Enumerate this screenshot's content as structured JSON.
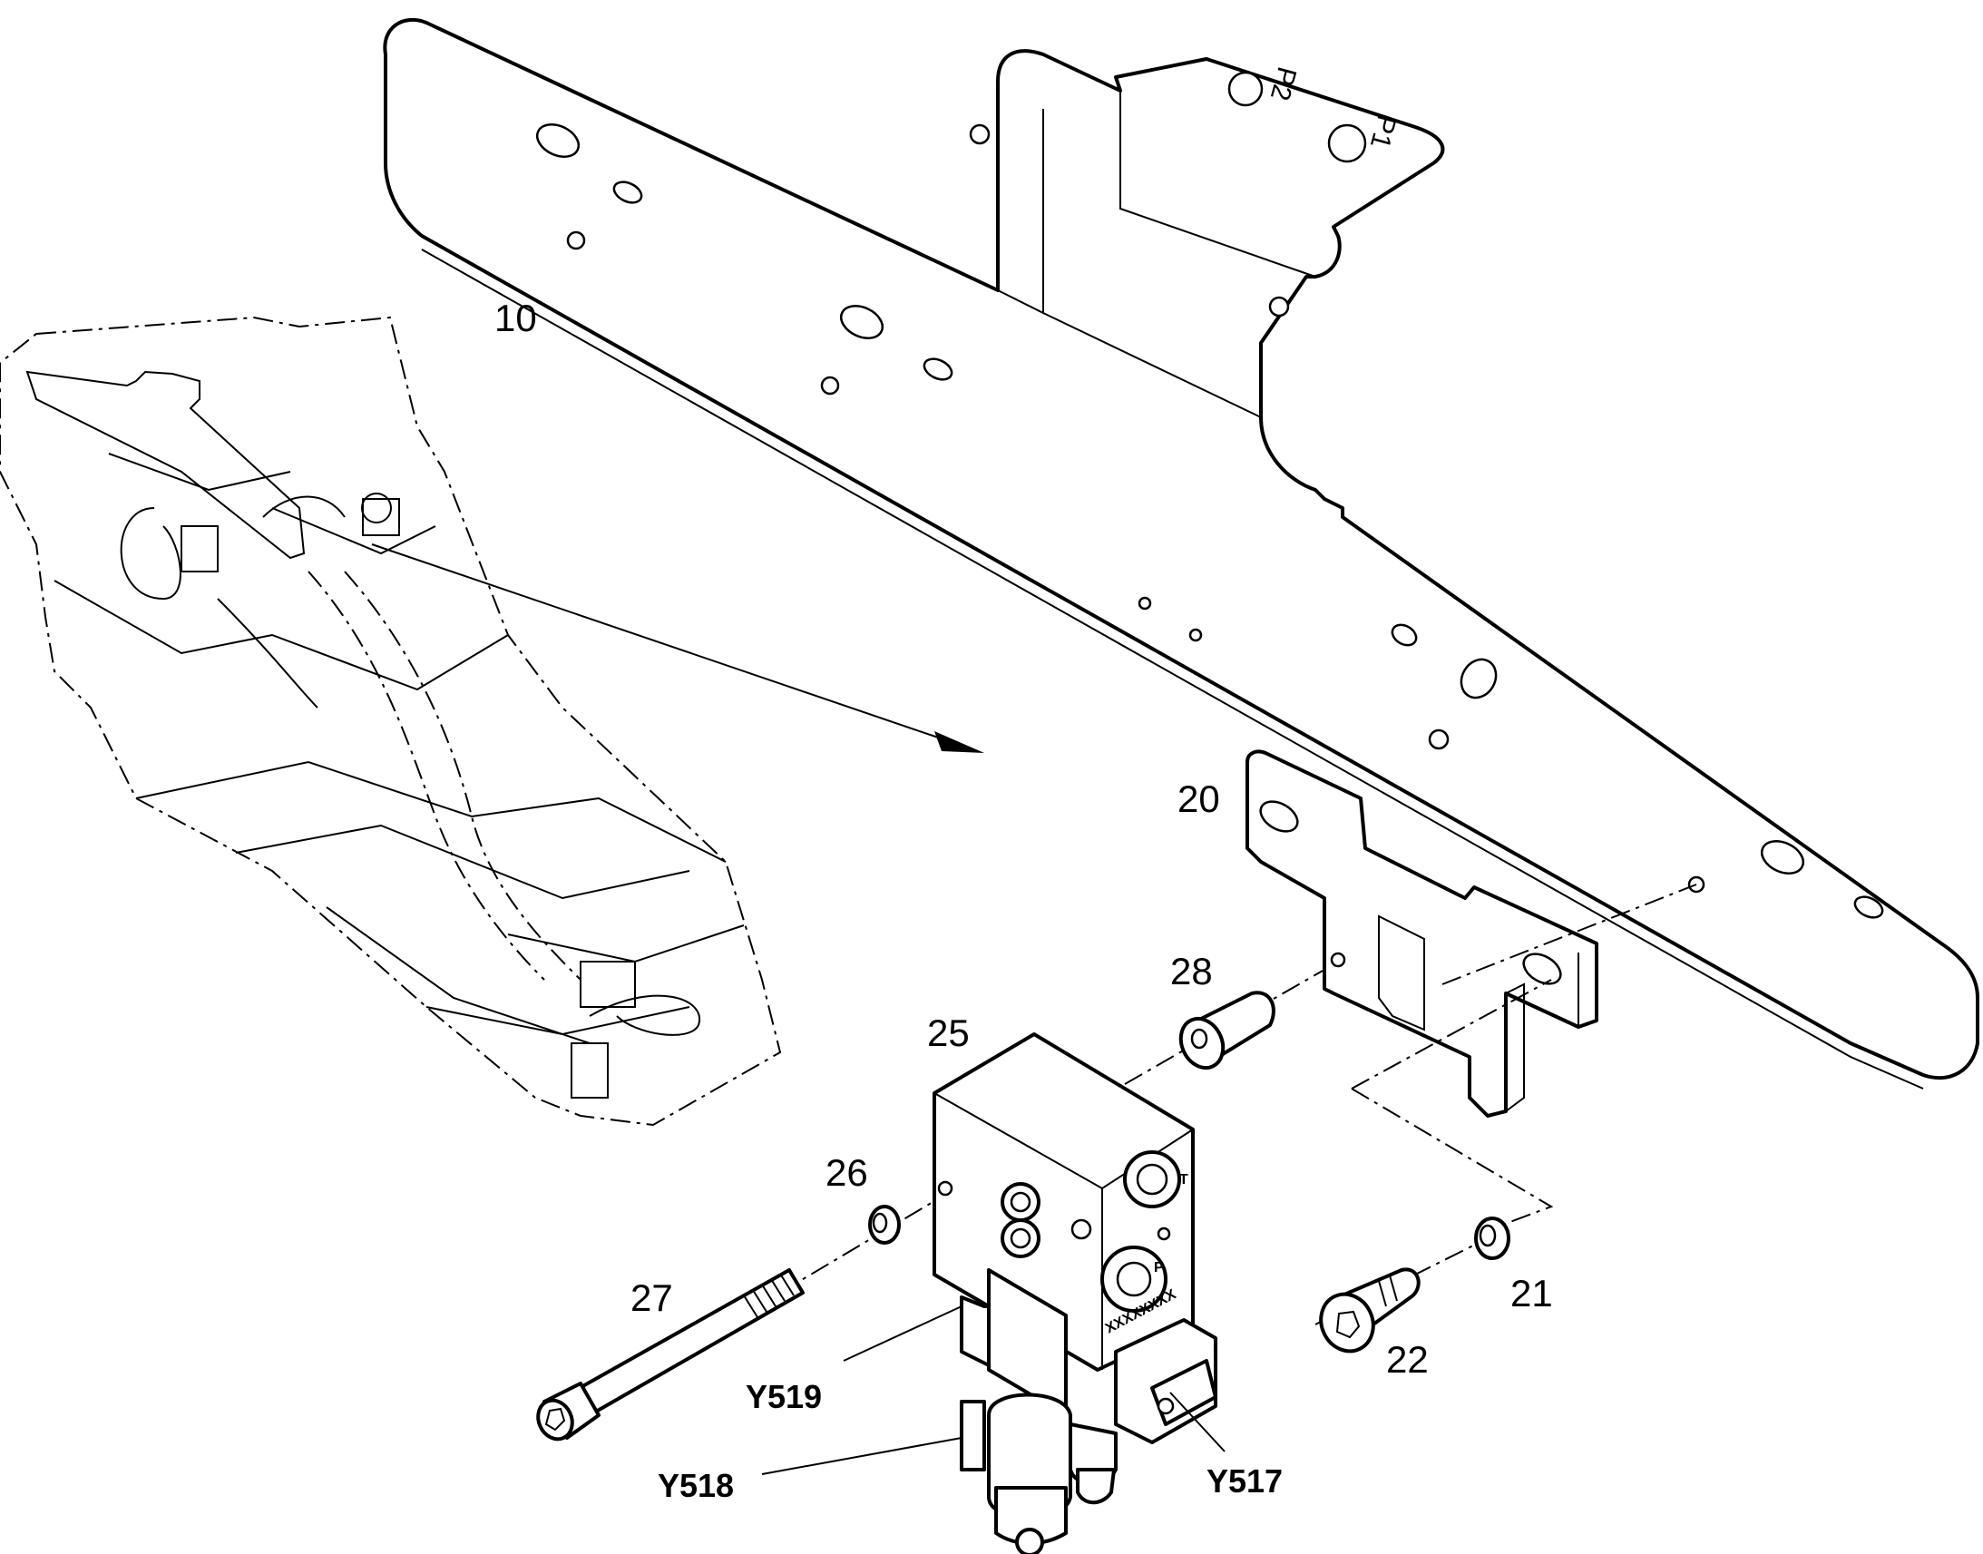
{
  "callouts": {
    "bracket_main": "10",
    "bracket_lower": "20",
    "screw_22_washer": "21",
    "cap_screw": "22",
    "valve_block": "25",
    "washer": "26",
    "long_bolt": "27",
    "spacer": "28"
  },
  "solenoids": {
    "y517": "Y517",
    "y518": "Y518",
    "y519": "Y519"
  },
  "markings": {
    "port_p1": "P1",
    "port_p2": "P2",
    "port_t": "T",
    "port_p": "P",
    "serial": "XXXXXXXX"
  }
}
